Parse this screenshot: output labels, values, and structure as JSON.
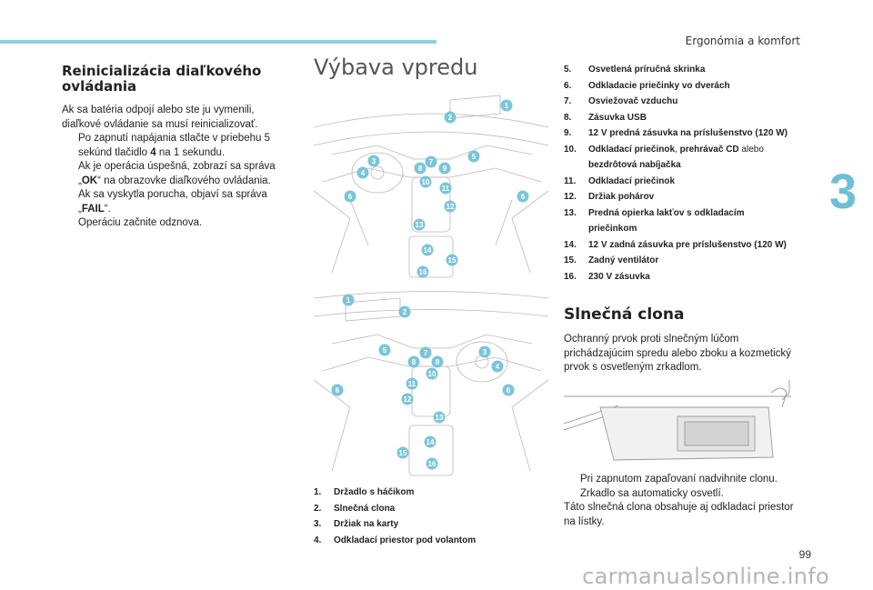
{
  "header": {
    "title": "Ergonómia a komfort",
    "chapter": "3",
    "page": "99"
  },
  "watermark": "carmanualsonline.info",
  "reinit": {
    "title": "Reinicializácia diaľkového ovládania",
    "intro": "Ak sa batéria odpojí alebo ste ju vymenili, diaľkové ovládanie sa musí reinicializovať.",
    "bullet_mark": "",
    "step1_a": "Po zapnutí napájania stlačte v priebehu 5 sekúnd tlačidlo ",
    "step1_num": "4",
    "step1_b": " na 1 sekundu.",
    "step1_ok_a": "Ak je operácia úspešná, zobrazí sa správa „",
    "step1_ok_word": "OK",
    "step1_ok_b": "“ na obrazovke diaľkového ovládania.",
    "step1_fail_a": "Ak sa vyskytla porucha, objaví sa správa „",
    "step1_fail_word": "FAIL",
    "step1_fail_b": "“.",
    "step2": "Operáciu začnite odznova."
  },
  "equipment": {
    "title": "Výbava vpredu",
    "items_left": [
      {
        "num": "1.",
        "label": "Držadlo s háčikom"
      },
      {
        "num": "2.",
        "label": "Slnečná clona"
      },
      {
        "num": "3.",
        "label": "Držiak na karty"
      },
      {
        "num": "4.",
        "label": "Odkladací priestor pod volantom"
      }
    ],
    "items_right": [
      {
        "num": "5.",
        "label": "Osvetlená príručná skrinka"
      },
      {
        "num": "6.",
        "label": "Odkladacie priečinky vo dverách"
      },
      {
        "num": "7.",
        "label": "Osviežovač vzduchu"
      },
      {
        "num": "8.",
        "label": "Zásuvka USB"
      },
      {
        "num": "9.",
        "label": "12 V predná zásuvka na príslušenstvo (120 W)"
      },
      {
        "num": "10.",
        "label": "Odkladací priečinok",
        "label_normal_sep": ", ",
        "label2": "prehrávač CD",
        "label_normal2": " alebo",
        "label3": "bezdrôtová nabíjačka"
      },
      {
        "num": "11.",
        "label": "Odkladací priečinok"
      },
      {
        "num": "12.",
        "label": "Držiak pohárov"
      },
      {
        "num": "13.",
        "label": "Predná opierka lakťov s odkladacím",
        "label3": "priečinkom"
      },
      {
        "num": "14.",
        "label": "12 V zadná zásuvka pre príslušenstvo (120 W)"
      },
      {
        "num": "15.",
        "label": "Zadný ventilátor"
      },
      {
        "num": "16.",
        "label": "230 V zásuvka"
      }
    ]
  },
  "callouts1": [
    "1",
    "2",
    "3",
    "4",
    "5",
    "6",
    "6",
    "7",
    "8",
    "9",
    "10",
    "11",
    "12",
    "13",
    "14",
    "15",
    "16"
  ],
  "callouts2": [
    "1",
    "2",
    "3",
    "4",
    "5",
    "6",
    "6",
    "7",
    "8",
    "9",
    "10",
    "11",
    "12",
    "13",
    "14",
    "15",
    "16"
  ],
  "visor": {
    "title": "Slnečná clona",
    "intro": "Ochranný prvok proti slnečným lúčom prichádzajúcim spredu alebo zboku a kozmetický prvok s osvetleným zrkadlom.",
    "bullet": "Pri zapnutom zapaľovaní nadvihnite clonu. Zrkadlo sa automaticky osvetlí.",
    "note": "Táto slnečná clona obsahuje aj odkladací priestor na lístky."
  }
}
